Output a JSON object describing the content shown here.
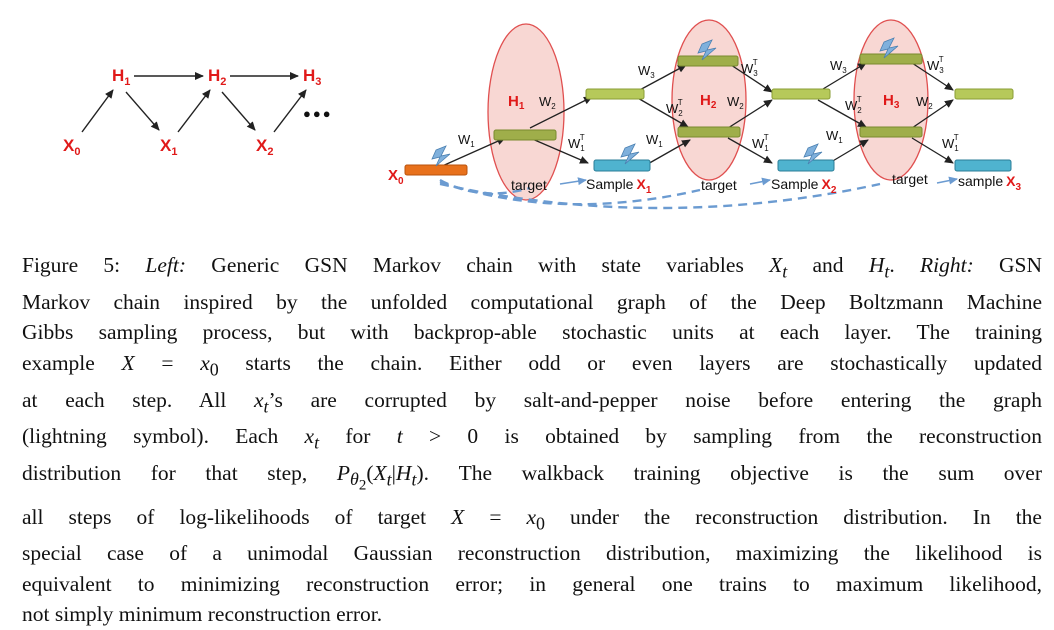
{
  "left_diagram": {
    "h_nodes": [
      {
        "label": "H",
        "sub": "1"
      },
      {
        "label": "H",
        "sub": "2"
      },
      {
        "label": "H",
        "sub": "3"
      }
    ],
    "x_nodes": [
      {
        "label": "X",
        "sub": "0"
      },
      {
        "label": "X",
        "sub": "1"
      },
      {
        "label": "X",
        "sub": "2"
      }
    ],
    "ellipsis": "●●●"
  },
  "right_diagram": {
    "x0": {
      "label": "X",
      "sub": "0"
    },
    "h_labels": [
      {
        "label": "H",
        "sub": "1"
      },
      {
        "label": "H",
        "sub": "2"
      },
      {
        "label": "H",
        "sub": "3"
      }
    ],
    "weights": {
      "w1": {
        "label": "W",
        "sub": "1"
      },
      "w2": {
        "label": "W",
        "sub": "2"
      },
      "w3": {
        "label": "W",
        "sub": "3"
      },
      "w1t": {
        "label": "W",
        "sub": "1",
        "sup": "T"
      },
      "w2t": {
        "label": "W",
        "sub": "2",
        "sup": "T"
      },
      "w3t": {
        "label": "W",
        "sub": "3",
        "sup": "T"
      }
    },
    "targets": [
      "target",
      "target",
      "target"
    ],
    "samples": [
      {
        "word": "Sample",
        "label": "X",
        "sub": "1"
      },
      {
        "word": "Sample",
        "label": "X",
        "sub": "2"
      },
      {
        "word": "sample",
        "label": "X",
        "sub": "3"
      }
    ],
    "colors": {
      "input_orange": "#e8711c",
      "hidden_olive": "#9fae4a",
      "hidden_light": "#b6c95a",
      "sample_blue": "#4fb3cf",
      "ellipse_fill": "#f6c9c4",
      "ellipse_stroke": "#e05050",
      "dashed_blue": "#6b9bd1",
      "label_red": "#e01919"
    }
  },
  "caption": {
    "lines": [
      "Figure 5: <i>Left:</i> Generic GSN Markov chain with state variables <i>X<sub>t</sub></i> and <i>H<sub>t</sub></i>. <i>Right:</i> GSN",
      "Markov chain inspired by the unfolded computational graph of the Deep Boltzmann Machine",
      "Gibbs sampling process, but with backprop-able stochastic units at each layer. The training",
      "example <i>X</i> = <i>x</i><sub>0</sub> starts the chain. Either odd or even layers are stochastically updated",
      "at each step. All <i>x<sub>t</sub></i>’s are corrupted by salt-and-pepper noise before entering the graph",
      "(lightning symbol). Each <i>x<sub>t</sub></i> for <i>t</i> &gt; 0 is obtained by sampling from the reconstruction",
      "distribution for that step, <i>P</i><sub><i>θ</i><sub>2</sub></sub>(<i>X<sub>t</sub></i>|<i>H<sub>t</sub></i>). The walkback training objective is the sum over",
      "all steps of log-likelihoods of target <i>X</i> = <i>x</i><sub>0</sub> under the reconstruction distribution. In the",
      "special case of a unimodal Gaussian reconstruction distribution, maximizing the likelihood is",
      "equivalent to minimizing reconstruction error; in general one trains to maximum likelihood,",
      "not simply minimum reconstruction error."
    ]
  }
}
